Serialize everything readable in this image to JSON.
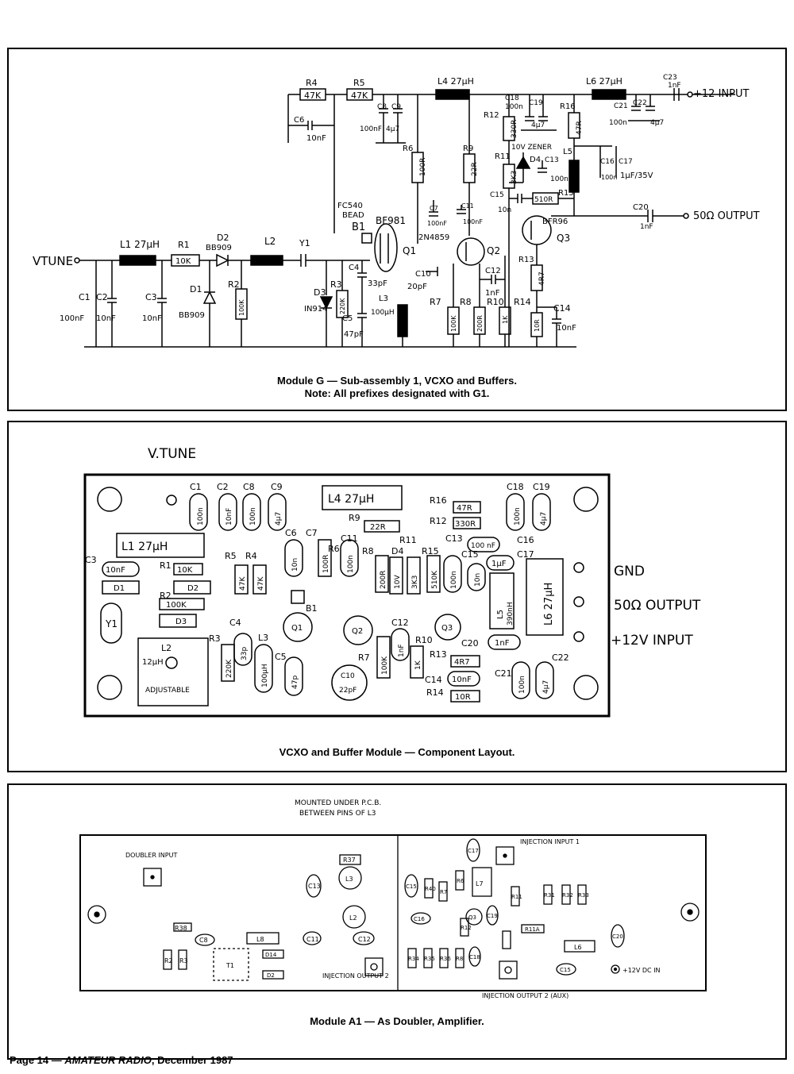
{
  "schematic": {
    "caption_line1": "Module G — Sub-assembly 1, VCXO and Buffers.",
    "caption_line2": "Note: All prefixes designated with G1.",
    "labels": {
      "vtune": "VTUNE",
      "plus12": "+12 INPUT",
      "out50": "50Ω OUTPUT",
      "r4": "R4",
      "r4v": "47K",
      "r5": "R5",
      "r5v": "47K",
      "l4": "L4 27μH",
      "l6": "L6 27μH",
      "c23": "C23",
      "c23v": "1nF",
      "c6": "C6",
      "c6v": "10nF",
      "c8": "C8",
      "c9": "C9",
      "c8v": "100nF",
      "c9v": "4μ7",
      "r6": "R6",
      "r6v": "100R",
      "r9": "R9",
      "r9v": "22R",
      "r12": "R12",
      "r12v": "330R",
      "c18": "C18",
      "c18v": "100n",
      "c19": "C19",
      "c19v": "4μ7",
      "r16": "R16",
      "r16v": "47R",
      "c21": "C21",
      "c21v": "100n",
      "c22": "C22",
      "c22v": "4μ7",
      "r11": "R11",
      "r11v": "3K3",
      "zener": "10V ZENER",
      "d4": "D4",
      "c13": "C13",
      "c13v": "100n",
      "l5": "L5",
      "c16": "C16",
      "c16v": "100n",
      "c17": "C17",
      "c17v": "1μF/35V",
      "c15": "C15",
      "c15v": "10n",
      "r15": "R15",
      "r15v": "510R",
      "c7": "C7",
      "c7v": "100nF",
      "c11": "C11",
      "c11v": "100nF",
      "fc540": "FC540",
      "bead": "BEAD",
      "b1": "B1",
      "bf981": "BF981",
      "q1": "Q1",
      "q2n": "2N4859",
      "q2": "Q2",
      "bfr96": "BFR96",
      "q3": "Q3",
      "c20": "C20",
      "c20v": "1nF",
      "l1": "L1 27μH",
      "r1": "R1",
      "r1v": "10K",
      "d2": "D2",
      "d2v": "BB909",
      "l2": "L2",
      "y1": "Y1",
      "c4": "C4",
      "c4v": "33pF",
      "c10": "C10",
      "c10v": "20pF",
      "c12": "C12",
      "c12v": "1nF",
      "r13": "R13",
      "r13v": "4R7",
      "c1": "C1",
      "c1v": "100nF",
      "c2": "C2",
      "c2v": "10nF",
      "c3": "C3",
      "c3v": "10nF",
      "d1": "D1",
      "d1v": "BB909",
      "r2": "R2",
      "r2v": "100K",
      "d3": "D3",
      "d3v": "IN914",
      "r3": "R3",
      "r3v": "220K",
      "l3": "L3",
      "l3v": "100μH",
      "c5": "C5",
      "c5v": "47pF",
      "r7": "R7",
      "r7v": "100K",
      "r8": "R8",
      "r8v": "200R",
      "r10": "R10",
      "r10v": "1K",
      "r14": "R14",
      "r14v": "10R",
      "c14": "C14",
      "c14v": "10nF"
    }
  },
  "layout_board": {
    "caption": "VCXO and Buffer Module — Component Layout.",
    "vtune_title": "V.TUNE",
    "gnd": "GND",
    "out50": "50Ω OUTPUT",
    "plus12": "+12V INPUT",
    "parts": {
      "c1": "C1",
      "c1v": "100n",
      "c2": "C2",
      "c2v": "10nF",
      "c8": "C8",
      "c8v": "100n",
      "c9": "C9",
      "c9v": "4μ7",
      "l4": "L4 27μH",
      "r16": "R16",
      "r16v": "47R",
      "r12": "R12",
      "r12v": "330R",
      "r9": "R9",
      "r9v": "22R",
      "c18": "C18",
      "c18v": "100n",
      "c19": "C19",
      "c19v": "4μ7",
      "c16": "C16",
      "c16v": "100 nF",
      "c17": "C17",
      "l1": "L1 27μH",
      "c3": "C3",
      "c3v": "10nF",
      "r1": "R1",
      "r1v": "10K",
      "d1": "D1",
      "d2": "D2",
      "r2": "R2",
      "r2v": "100K",
      "d3": "D3",
      "r5": "R5",
      "r5v": "47K",
      "r4": "R4",
      "r4v": "47K",
      "c6": "C6",
      "c6v": "10n",
      "c7": "C7",
      "r6": "R6",
      "r6v": "100R",
      "c11": "C11",
      "c11v": "100n",
      "r8": "R8",
      "r8v": "200R",
      "d4": "D4",
      "d4v": "10V",
      "r11": "R11",
      "r11v": "3K3",
      "r15": "R15",
      "r15v": "510K",
      "c13": "C13",
      "c13v": "100n",
      "c15": "C15",
      "c15v": "10n",
      "c17v": "1μF",
      "l5": "L5",
      "l5v": "390nH",
      "l6": "L6 27μH",
      "y1": "Y1",
      "l2": "L2",
      "l2v": "12μH",
      "adj": "ADJUSTABLE",
      "r3": "R3",
      "r3v": "220K",
      "c4": "C4",
      "c4v": "33p",
      "l3": "L3",
      "l3v": "100μH",
      "c5": "C5",
      "c5v": "47p",
      "b1": "B1",
      "q1": "Q1",
      "q2": "Q2",
      "q3": "Q3",
      "r7": "R7",
      "r7v": "100K",
      "c10": "C10",
      "c10v": "22pF",
      "c12": "C12",
      "c12v": "1nF",
      "r10": "R10",
      "r10v": "1K",
      "c20": "C20",
      "c20v": "1nF",
      "r13": "R13",
      "r13v": "4R7",
      "c14": "C14",
      "c14v": "10nF",
      "r14": "R14",
      "r14v": "10R",
      "c21": "C21",
      "c21v": "100n",
      "c22": "C22",
      "c22v": "4μ7"
    }
  },
  "module_a1": {
    "caption": "Module A1 — As Doubler, Amplifier.",
    "note_line1": "MOUNTED UNDER P.C.B.",
    "note_line2": "BETWEEN PINS OF L3",
    "doubler_input": "DOUBLER INPUT",
    "injection_input1": "INJECTION INPUT 1",
    "injection_output2": "INJECTION OUTPUT 2",
    "injection_output2_aux": "INJECTION OUTPUT 2 (AUX)",
    "plus12dc": "+12V DC IN",
    "parts": {
      "r37": "R37",
      "l3": "L3",
      "l2": "L2",
      "c13": "C13",
      "c12": "C12",
      "c11": "C11",
      "r38": "R38",
      "c8": "C8",
      "l8": "L8",
      "r2": "R2",
      "r3": "R3",
      "t1": "T1",
      "d14": "D14",
      "d2": "D2",
      "c15a": "C15",
      "r40": "R40",
      "r7": "R7",
      "r6": "R6",
      "c17": "C17",
      "l7": "L7",
      "r11": "R11",
      "r31": "R31",
      "r32": "R32",
      "r33": "R33",
      "c16": "C16",
      "q3": "Q3",
      "c19": "C19",
      "r12": "R12",
      "r11a": "R11A",
      "l6": "L6",
      "c20": "C20",
      "r34": "R34",
      "r35": "R35",
      "r36": "R36",
      "c18": "C18",
      "r8": "R8",
      "c15": "C15"
    }
  },
  "footer": {
    "page": "Page 14 — ",
    "magazine": "AMATEUR RADIO",
    "date": ", December 1987"
  }
}
